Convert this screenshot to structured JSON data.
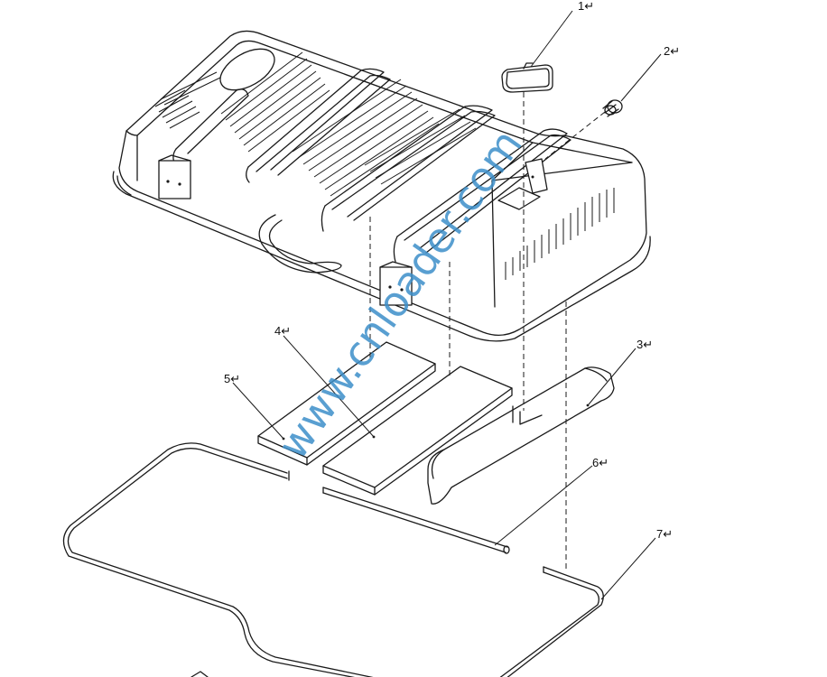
{
  "callouts": [
    {
      "id": "1",
      "text": "1↵"
    },
    {
      "id": "2",
      "text": "2↵"
    },
    {
      "id": "3",
      "text": "3↵"
    },
    {
      "id": "4",
      "text": "4↵"
    },
    {
      "id": "5",
      "text": "5↵"
    },
    {
      "id": "6",
      "text": "6↵"
    },
    {
      "id": "7",
      "text": "7↵"
    }
  ],
  "watermark": "www.cnloader.com"
}
